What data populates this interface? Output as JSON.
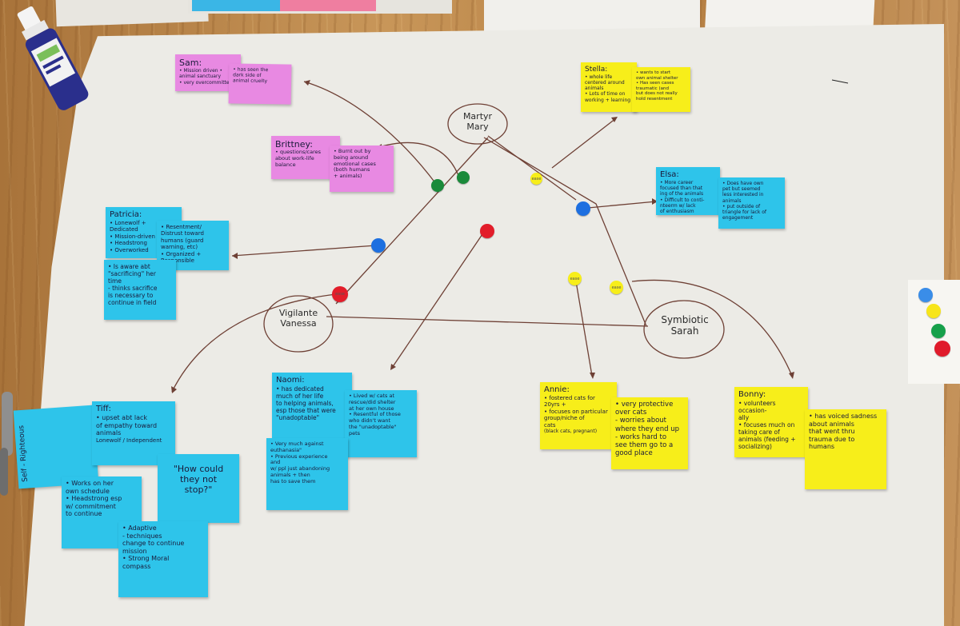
{
  "poster": {
    "characters": {
      "martyr": {
        "line1": "Martyr",
        "line2": "Mary"
      },
      "vigilante": {
        "line1": "Vigilante",
        "line2": "Vanessa"
      },
      "symbiotic": {
        "line1": "Symbiotic",
        "line2": "Sarah"
      }
    },
    "notes": {
      "sam": {
        "title": "Sam:",
        "lines": [
          "• Mission driven •",
          "animal sanctuary",
          "• very overcommitted"
        ]
      },
      "sam_b": {
        "lines": [
          "• has seen the",
          "dark side of",
          "animal cruelty"
        ]
      },
      "brittney": {
        "title": "Brittney:",
        "lines": [
          "• questions/cares",
          "about work-life",
          "balance"
        ]
      },
      "brittney_b": {
        "lines": [
          "• Burnt out by",
          "being around",
          "emotional cases",
          "(both humans",
          "+ animals)"
        ]
      },
      "stella": {
        "title": "Stella:",
        "lines": [
          "• whole life",
          "centered around",
          "animals",
          "• Lots of time on",
          "working + learning"
        ]
      },
      "stella_b": {
        "lines": [
          "• wants to start",
          "own animal shelter",
          "• Has seen cases",
          "traumatic (and",
          "but does not really",
          "hold resentment"
        ]
      },
      "elsa": {
        "title": "Elsa:",
        "lines": [
          "• More career",
          "focused than that",
          "ing of the animals",
          "• Difficult to conti-",
          "nteerm w/ lack",
          "of enthusiasm"
        ]
      },
      "elsa_b": {
        "lines": [
          "• Does have own",
          "pet but seemed",
          "less interested in",
          "animals",
          "• put outside of",
          "triangle for lack of",
          "engagement"
        ]
      },
      "patricia": {
        "title": "Patricia:",
        "lines": [
          "• Lonewolf +",
          "Dedicated",
          "• Mission-driven",
          "• Headstrong",
          "• Overworked"
        ]
      },
      "patricia_b": {
        "lines": [
          "• Resentment/",
          "Distrust toward",
          "humans (guard",
          "warning, etc)",
          "• Organized +",
          "Responsible"
        ]
      },
      "patricia_c": {
        "lines": [
          "• Is aware abt",
          "\"sacrificing\" her",
          "time",
          "- thinks sacrifice",
          "is necessary to",
          "continue in field"
        ]
      },
      "selfrighteous": {
        "label": "Self - Righteous"
      },
      "tiff": {
        "title": "Tiff:",
        "lines": [
          "• upset abt lack",
          "of empathy toward",
          "animals",
          "Lonewolf / Independent"
        ]
      },
      "tiff_b": {
        "lines": [
          "\"How could",
          "they not",
          "stop?\""
        ]
      },
      "tiff_c": {
        "lines": [
          "• Works on her",
          "own schedule",
          "• Headstrong esp",
          "w/ commitment",
          "to continue"
        ]
      },
      "tiff_d": {
        "lines": [
          "• Adaptive",
          "- techniques",
          "change to continue",
          "mission",
          "",
          "• Strong Moral",
          "compass"
        ]
      },
      "naomi": {
        "title": "Naomi:",
        "lines": [
          "• has dedicated",
          "much of her life",
          "to helping animals,",
          "esp those that were",
          "\"unadoptable\""
        ]
      },
      "naomi_b": {
        "lines": [
          "• Lived w/ cats at",
          "rescue/did shelter",
          "at her own house",
          "• Resentful of those",
          "who didn't want",
          "the \"unadoptable\"",
          "pets"
        ]
      },
      "naomi_c": {
        "lines": [
          "• Very much against",
          "euthanasia\"",
          "• Previous experience",
          "and",
          "w/ ppl just abandoning",
          "animals + then",
          "has to save them"
        ]
      },
      "annie": {
        "title": "Annie:",
        "lines": [
          "• fostered cats for",
          "20yrs +",
          "• focuses on particular",
          "group/niche of",
          "cats",
          "(black cats, pregnant)"
        ]
      },
      "annie_b": {
        "lines": [
          "• very protective",
          "over cats",
          "- worries about",
          "where they end up",
          "- works hard to",
          "see them go to a",
          "good place"
        ]
      },
      "bonny": {
        "title": "Bonny:",
        "lines": [
          "• volunteers occasion-",
          "ally",
          "• focuses much on",
          "taking care of",
          "animals (feeding +",
          "socializing)"
        ]
      },
      "bonny_b": {
        "lines": [
          "• has voiced sadness",
          "about animals",
          "that went thru",
          "trauma due to",
          "humans"
        ]
      }
    },
    "dot_labels": {
      "d1": "ease",
      "d2": "ease",
      "d3": "ease",
      "d4": "ease"
    },
    "colors": {
      "pink": "#e889e2",
      "yellow": "#f7ee1a",
      "cyan": "#2ec4ea",
      "red": "#e21d2a",
      "green": "#1a8a3a",
      "blue": "#1d6fe0",
      "ink": "#7a4a3a"
    }
  }
}
